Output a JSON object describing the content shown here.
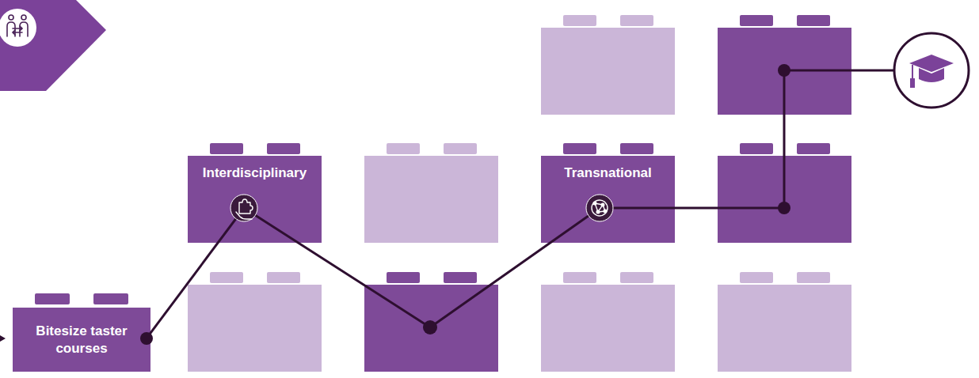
{
  "diagram": {
    "nodes": [
      {
        "text": [
          "Bitesize taster courses"
        ]
      },
      {
        "text": [
          "Interdisciplinary"
        ]
      },
      {
        "text": [
          "Transnational"
        ]
      }
    ],
    "edges": [
      {
        "from": 0,
        "to": 1,
        "arrow": "none"
      },
      {
        "from": 1,
        "to": 2,
        "arrow": "none"
      }
    ]
  }
}
